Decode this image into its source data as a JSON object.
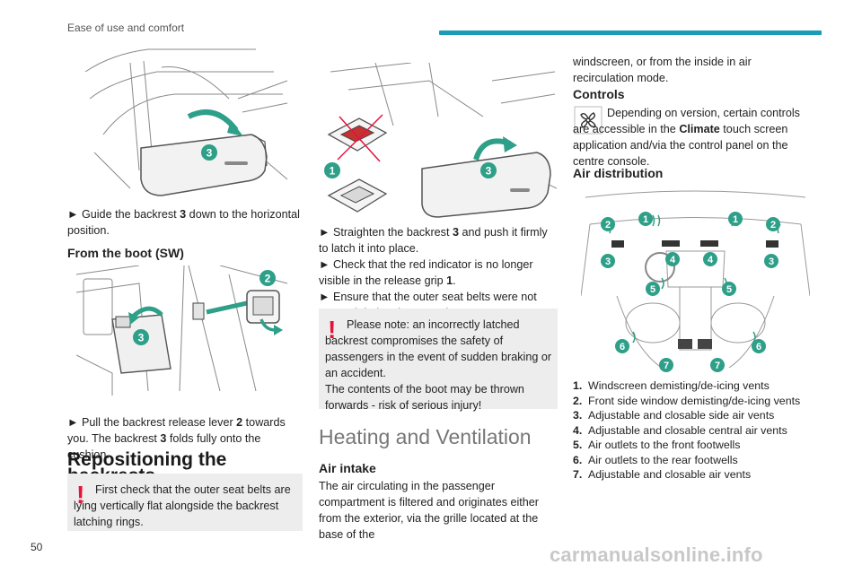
{
  "header": {
    "section": "Ease of use and comfort"
  },
  "page_number": "50",
  "watermark": "carmanualsonline.info",
  "col1": {
    "guide_prefix": "► Guide the backrest ",
    "guide_num": "3",
    "guide_suffix": " down to the horizontal position.",
    "boot_heading": "From the boot (SW)",
    "pull_prefix": "► Pull the backrest release lever ",
    "pull_num": "2",
    "pull_mid": " towards you. The backrest ",
    "pull_num2": "3",
    "pull_suffix": " folds fully onto the cushion.",
    "reposition_heading": "Repositioning the backrests",
    "warn_text": "First check that the outer seat belts are lying vertically flat alongside the backrest latching rings."
  },
  "col2": {
    "straighten_prefix": "► Straighten the backrest ",
    "straighten_num": "3",
    "straighten_suffix": " and push it firmly to latch it into place.",
    "check_prefix": "► Check that the red indicator is no longer visible in the release grip ",
    "check_num": "1",
    "check_suffix": ".",
    "ensure": "► Ensure that the outer seat belts were not trapped during the operation.",
    "warn1": "Please note: an incorrectly latched backrest compromises the safety of passengers in the event of sudden braking or an accident.",
    "warn2": "The contents of the boot may be thrown forwards - risk of serious injury!",
    "heating_heading": "Heating and Ventilation",
    "air_intake_heading": "Air intake",
    "air_intake_text": "The air circulating in the passenger compartment is filtered and originates either from the exterior, via the grille located at the base of the"
  },
  "col3": {
    "cont_text": "windscreen, or from the inside in air recirculation mode.",
    "controls_heading": "Controls",
    "controls_prefix": "Depending on version, certain controls are accessible in the ",
    "controls_bold": "Climate",
    "controls_suffix": " touch screen application and/via the control panel on the centre console.",
    "air_dist_heading": "Air distribution",
    "legend": [
      {
        "num": "1.",
        "text": "Windscreen demisting/de-icing vents"
      },
      {
        "num": "2.",
        "text": "Front side window demisting/de-icing vents"
      },
      {
        "num": "3.",
        "text": "Adjustable and closable side air vents"
      },
      {
        "num": "4.",
        "text": "Adjustable and closable central air vents"
      },
      {
        "num": "5.",
        "text": "Air outlets to the front footwells"
      },
      {
        "num": "6.",
        "text": "Air outlets to the rear footwells"
      },
      {
        "num": "7.",
        "text": "Adjustable and closable air vents"
      }
    ]
  },
  "callouts": {
    "fig1": [
      "3"
    ],
    "fig2": [
      "2",
      "3"
    ],
    "fig3": [
      "1",
      "3"
    ],
    "fig4": [
      "1",
      "1",
      "2",
      "2",
      "3",
      "3",
      "4",
      "4",
      "5",
      "5",
      "6",
      "6",
      "7",
      "7"
    ]
  },
  "colors": {
    "accent": "#1a9cb8",
    "callout": "#2e9f88",
    "warning": "#e5133a",
    "box_bg": "#ededed"
  }
}
